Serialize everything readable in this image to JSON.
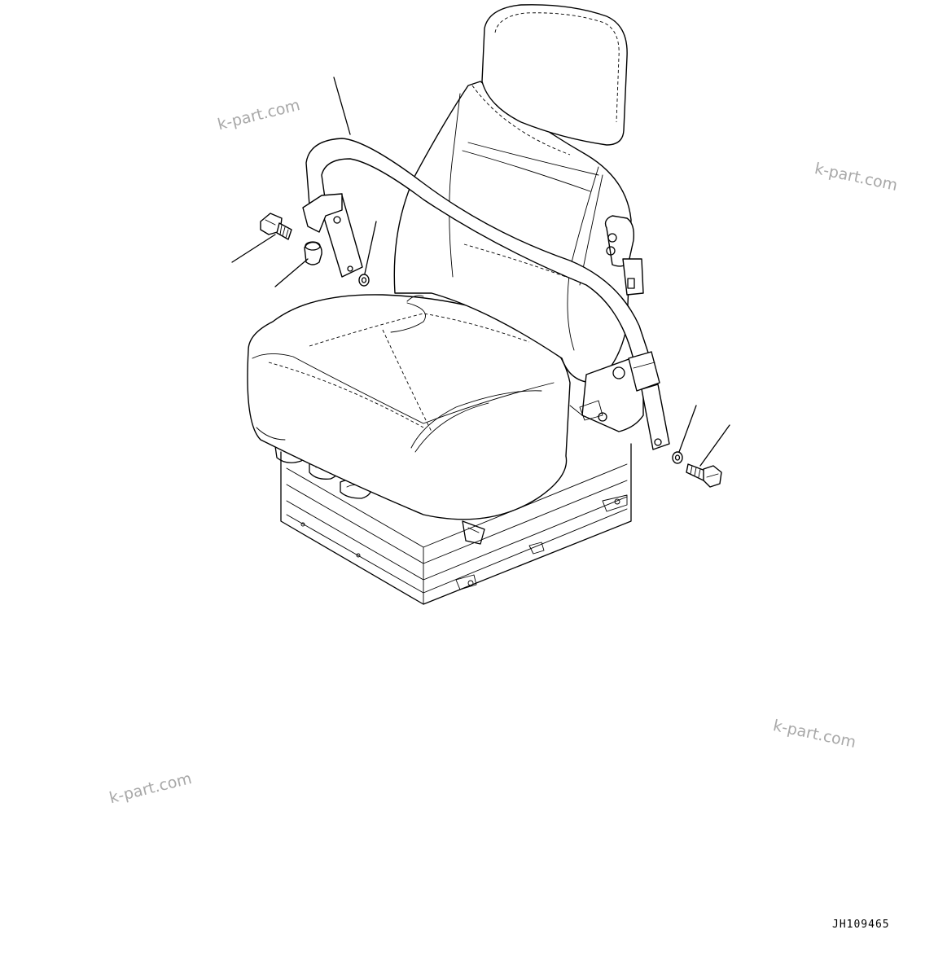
{
  "drawing_number": "JH109465",
  "watermarks": [
    "k-part.com",
    "k-part.com",
    "k-part.com",
    "k-part.com"
  ],
  "parts": [
    {
      "name": "seat-belt",
      "kind": "strap"
    },
    {
      "name": "bolt-left",
      "kind": "bolt"
    },
    {
      "name": "spacer-left",
      "kind": "collar"
    },
    {
      "name": "washer-left",
      "kind": "washer"
    },
    {
      "name": "washer-right",
      "kind": "washer"
    },
    {
      "name": "bolt-right",
      "kind": "bolt"
    }
  ],
  "colors": {
    "line": "#000000",
    "watermark": "#a8a8a8",
    "background": "#ffffff"
  }
}
